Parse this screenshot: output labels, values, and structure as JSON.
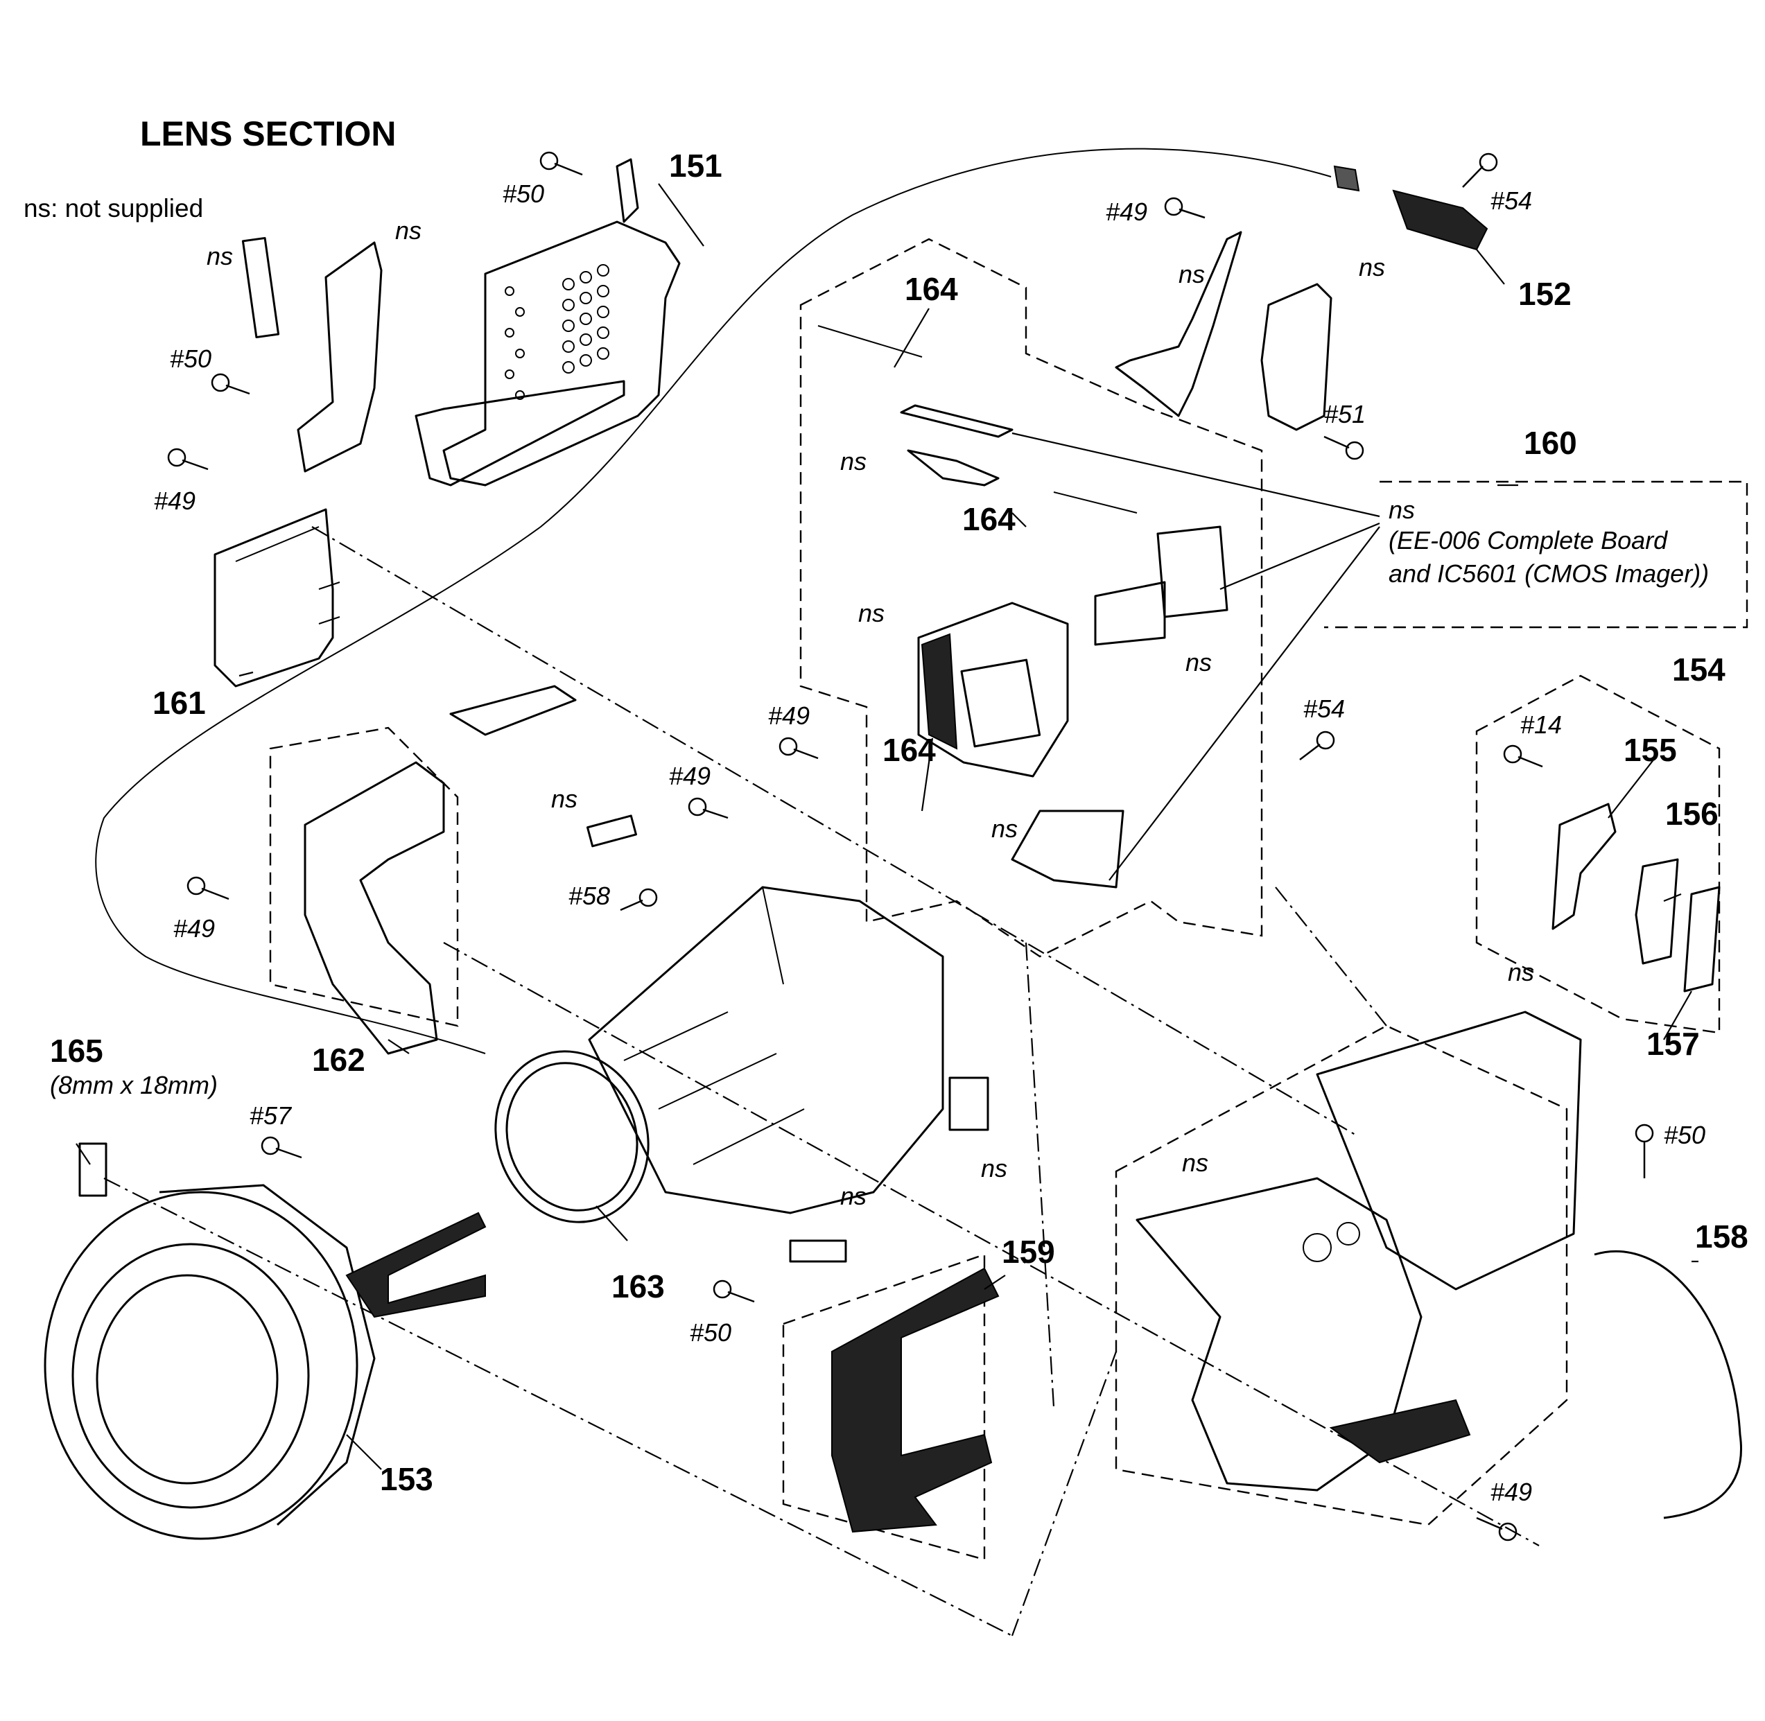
{
  "title": "LENS SECTION",
  "note": "ns: not supplied",
  "callout": {
    "ns": "ns",
    "line1": "(EE-006 Complete Board",
    "line2": "and IC5601 (CMOS Imager))"
  },
  "size_note": "(8mm x 18mm)",
  "part_numbers": {
    "p151": "151",
    "p152": "152",
    "p153": "153",
    "p154": "154",
    "p155": "155",
    "p156": "156",
    "p157": "157",
    "p158": "158",
    "p159": "159",
    "p160": "160",
    "p161": "161",
    "p162": "162",
    "p163": "163",
    "p164a": "164",
    "p164b": "164",
    "p164c": "164",
    "p165": "165"
  },
  "screws": {
    "s50a": "#50",
    "s50b": "#50",
    "s50c": "#50",
    "s50d": "#50",
    "s49a": "#49",
    "s49b": "#49",
    "s49c": "#49",
    "s49d": "#49",
    "s49e": "#49",
    "s49f": "#49",
    "s54a": "#54",
    "s54b": "#54",
    "s51": "#51",
    "s14": "#14",
    "s58": "#58",
    "s57": "#57"
  },
  "ns_labels": {
    "n1": "ns",
    "n2": "ns",
    "n3": "ns",
    "n4": "ns",
    "n5": "ns",
    "n6": "ns",
    "n7": "ns",
    "n8": "ns",
    "n9": "ns",
    "n10": "ns",
    "n11": "ns",
    "n12": "ns",
    "n13": "ns"
  }
}
